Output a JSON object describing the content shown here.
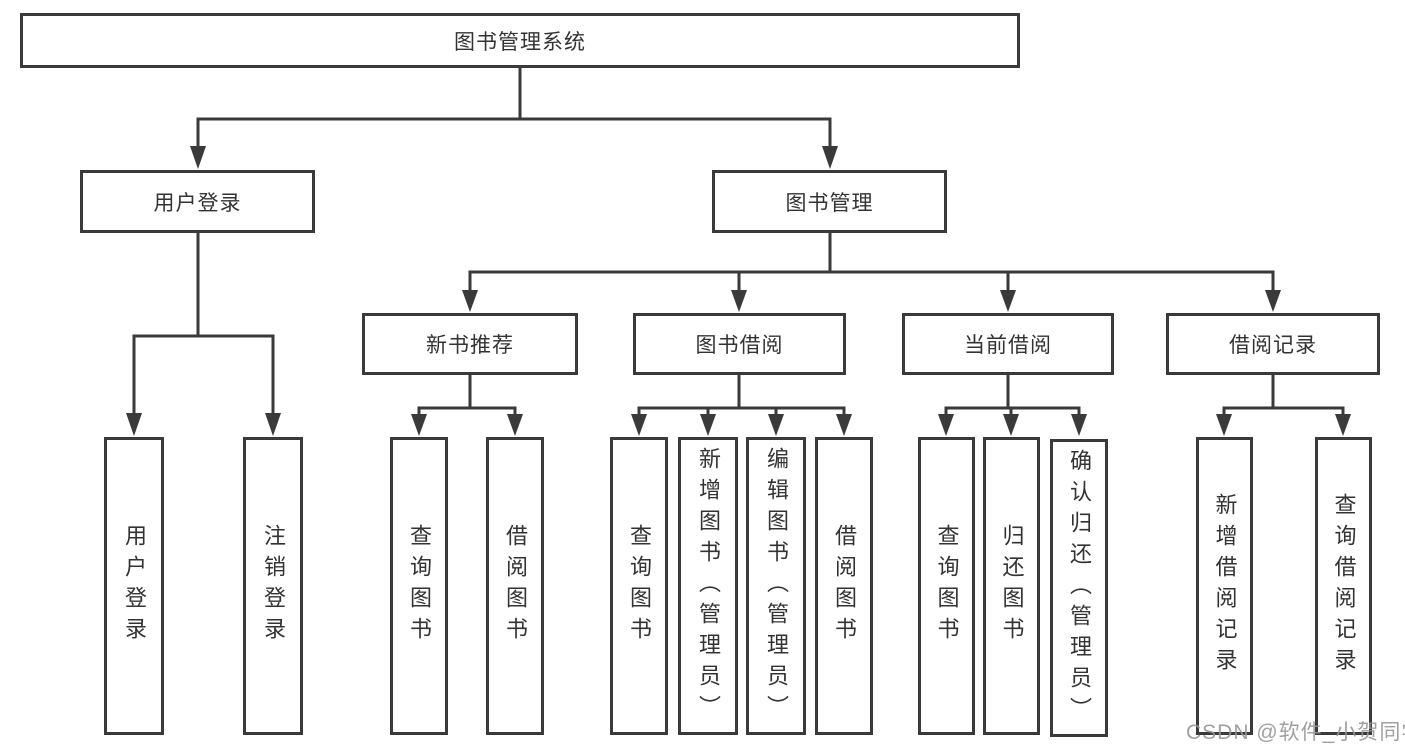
{
  "diagram": {
    "title": "图书管理系统",
    "level2": {
      "user_login": "用户登录",
      "book_mgmt": "图书管理"
    },
    "level3": {
      "new_book_rec": "新书推荐",
      "book_borrow": "图书借阅",
      "current_borrow": "当前借阅",
      "borrow_record": "借阅记录"
    },
    "leaves": {
      "user_login_leaf": "用户登录",
      "logout_leaf": "注销登录",
      "nb_query": "查询图书",
      "nb_borrow": "借阅图书",
      "bb_query": "查询图书",
      "bb_add": "新增图书（管理员）",
      "bb_edit": "编辑图书（管理员）",
      "bb_borrow": "借阅图书",
      "cb_query": "查询图书",
      "cb_return": "归还图书",
      "cb_confirm": "确认归还（管理员）",
      "br_add": "新增借阅记录",
      "br_query": "查询借阅记录"
    }
  },
  "watermark": "CSDN @软件_小贺同学",
  "colors": {
    "line": "#3a3a3a",
    "text": "#333333",
    "background": "#ffffff",
    "watermark": "#969696"
  }
}
